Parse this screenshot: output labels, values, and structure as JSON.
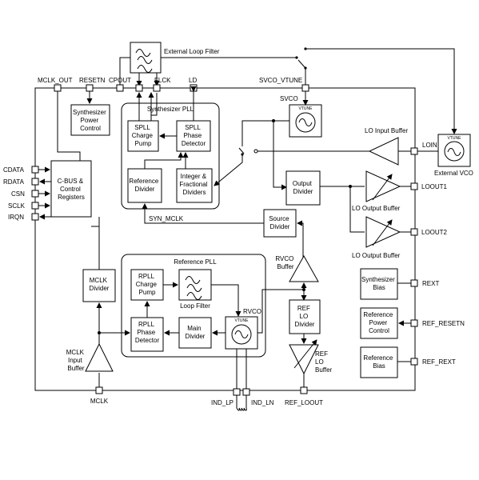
{
  "pins": {
    "mclk_out": "MCLK_OUT",
    "resetn": "RESETN",
    "cpout": "CPOUT",
    "flck": "FLCK",
    "ld": "LD",
    "svco_vtune": "SVCO_VTUNE",
    "cdata": "CDATA",
    "rdata": "RDATA",
    "csn": "CSN",
    "sclk": "SCLK",
    "irqn": "IRQN",
    "loin": "LOIN",
    "loout1": "LOOUT1",
    "loout2": "LOOUT2",
    "rext": "REXT",
    "ref_resetn": "REF_RESETN",
    "ref_rext": "REF_REXT",
    "mclk": "MCLK",
    "ind_lp": "IND_LP",
    "ind_ln": "IND_LN",
    "ref_loout": "REF_LOOUT"
  },
  "blocks": {
    "external_loop_filter": "External Loop Filter",
    "synth_power_control": [
      "Synthesizer",
      "Power",
      "Control"
    ],
    "synthesizer_pll": "Synthesizer PLL",
    "svco": "SVCO",
    "vtune": "VTUNE",
    "spll_charge_pump": [
      "SPLL",
      "Charge",
      "Pump"
    ],
    "spll_phase_detector": [
      "SPLL",
      "Phase",
      "Detector"
    ],
    "reference_divider": [
      "Reference",
      "Divider"
    ],
    "int_frac_dividers": [
      "Integer &",
      "Fractional",
      "Dividers"
    ],
    "cbus": [
      "C-BUS &",
      "Control",
      "Registers"
    ],
    "lo_input_buffer": "LO Input Buffer",
    "external_vco": "External VCO",
    "output_divider": [
      "Output",
      "Divider"
    ],
    "lo_output_buffer_1": "LO Output Buffer",
    "lo_output_buffer_2": "LO Output Buffer",
    "syn_mclk": "SYN_MCLK",
    "source_divider": [
      "Source",
      "Divider"
    ],
    "reference_pll": "Reference PLL",
    "rpll_charge_pump": [
      "RPLL",
      "Charge",
      "Pump"
    ],
    "loop_filter": "Loop Filter",
    "rvco": "RVCO",
    "rvco_buffer": [
      "RVCO",
      "Buffer"
    ],
    "mclk_divider": [
      "MCLK",
      "Divider"
    ],
    "rpll_phase_detector": [
      "RPLL",
      "Phase",
      "Detector"
    ],
    "main_divider": [
      "Main",
      "Divider"
    ],
    "ref_lo_divider": [
      "REF",
      "LO",
      "Divider"
    ],
    "ref_lo_buffer": [
      "REF",
      "LO",
      "Buffer"
    ],
    "mclk_input_buffer": [
      "MCLK",
      "Input",
      "Buffer"
    ],
    "synthesizer_bias": [
      "Synthesizer",
      "Bias"
    ],
    "reference_power_control": [
      "Reference",
      "Power",
      "Control"
    ],
    "reference_bias": [
      "Reference",
      "Bias"
    ]
  }
}
